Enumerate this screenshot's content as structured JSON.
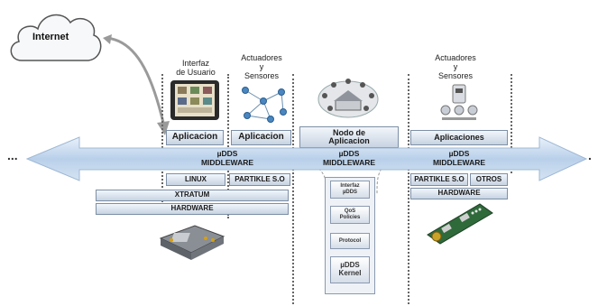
{
  "cloud": {
    "label": "Internet"
  },
  "columns": {
    "ui_label": "Interfaz\nde Usuario",
    "act1_label": "Actuadores\ny\nSensores",
    "node_label": "Nodo de\nAplicacion",
    "act2_label": "Actuadores\ny\nSensores"
  },
  "boxes": {
    "aplicacion_1": "Aplicacion",
    "aplicacion_2": "Aplicacion",
    "aplicaciones": "Aplicaciones",
    "linux": "LINUX",
    "partikle_1": "PARTIKLE S.O",
    "xtratum": "XTRATUM",
    "hardware_1": "HARDWARE",
    "partikle_2": "PARTIKLE S.O",
    "otros": "OTROS",
    "hardware_2": "HARDWARE"
  },
  "middleware": {
    "left": "µDDS\nMIDDLEWARE",
    "center": "µDDS\nMIDDLEWARE",
    "right": "µDDS\nMIDDLEWARE"
  },
  "kernel": {
    "interfaz": "Interfaz\nµDDS",
    "qos": "QoS\nPolicies",
    "protocol": "Protocol",
    "kernel": "µDDS\nKernel"
  },
  "ellipsis_left": "...",
  "ellipsis_right": "."
}
